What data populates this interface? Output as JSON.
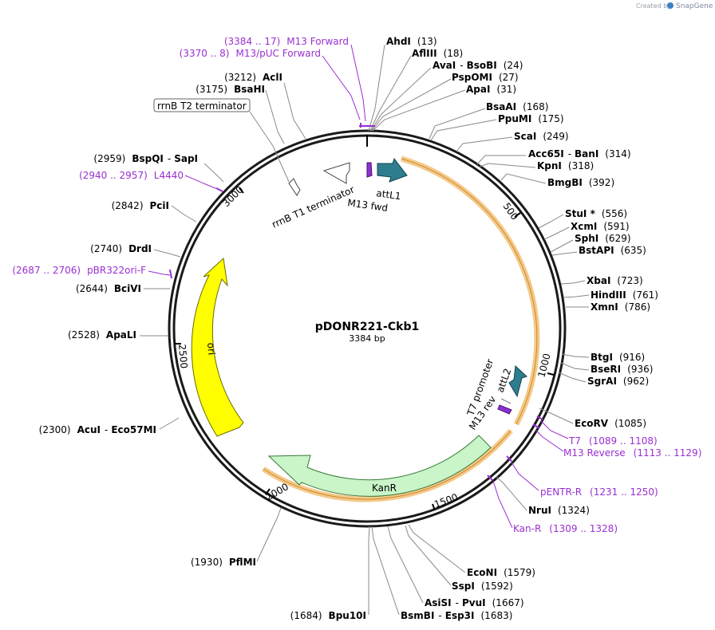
{
  "credit": {
    "text": "Created by",
    "brand": "SnapGene"
  },
  "plasmid": {
    "name": "pDONR221-Ckb1",
    "length_label": "3384 bp"
  },
  "ticks": [
    "500",
    "1000",
    "1500",
    "2000",
    "2500",
    "3000"
  ],
  "features": {
    "rrnB_T2": "rrnB T2 terminator",
    "rrnB_T1": "rrnB T1 terminator",
    "attL1": "attL1",
    "M13_fwd": "M13 fwd",
    "T7_promoter": "T7 promoter",
    "M13_rev": "M13 rev",
    "attL2": "attL2",
    "KanR": "KanR",
    "ori": "ori"
  },
  "sites": [
    {
      "name": "AhdI",
      "pos": "(13)"
    },
    {
      "name": "AflIII",
      "pos": "(18)"
    },
    {
      "name": "AvaI",
      "sep": "-",
      "name2": "BsoBI",
      "pos": "(24)"
    },
    {
      "name": "PspOMI",
      "pos": "(27)"
    },
    {
      "name": "ApaI",
      "pos": "(31)"
    },
    {
      "name": "BsaAI",
      "pos": "(168)"
    },
    {
      "name": "PpuMI",
      "pos": "(175)"
    },
    {
      "name": "ScaI",
      "pos": "(249)"
    },
    {
      "name": "Acc65I",
      "sep": "-",
      "name2": "BanI",
      "pos": "(314)"
    },
    {
      "name": "KpnI",
      "pos": "(318)"
    },
    {
      "name": "BmgBI",
      "pos": "(392)"
    },
    {
      "name": "StuI *",
      "pos": "(556)"
    },
    {
      "name": "XcmI",
      "pos": "(591)"
    },
    {
      "name": "SphI",
      "pos": "(629)"
    },
    {
      "name": "BstAPI",
      "pos": "(635)"
    },
    {
      "name": "XbaI",
      "pos": "(723)"
    },
    {
      "name": "HindIII",
      "pos": "(761)"
    },
    {
      "name": "XmnI",
      "pos": "(786)"
    },
    {
      "name": "BtgI",
      "pos": "(916)"
    },
    {
      "name": "BseRI",
      "pos": "(936)"
    },
    {
      "name": "SgrAI",
      "pos": "(962)"
    },
    {
      "name": "EcoRV",
      "pos": "(1085)"
    },
    {
      "name": "NruI",
      "pos": "(1324)"
    },
    {
      "name": "EcoNI",
      "pos": "(1579)"
    },
    {
      "name": "SspI",
      "pos": "(1592)"
    },
    {
      "name": "AsiSI",
      "sep": "-",
      "name2": "PvuI",
      "pos": "(1667)"
    },
    {
      "name": "BsmBI",
      "sep": "-",
      "name2": "Esp3I",
      "pos": "(1683)"
    },
    {
      "name": "Bpu10I",
      "pos": "(1684)"
    },
    {
      "name": "PflMI",
      "pos": "(1930)"
    },
    {
      "name": "AcuI",
      "sep": "-",
      "name2": "Eco57MI",
      "pos": "(2300)"
    },
    {
      "name": "ApaLI",
      "pos": "(2528)"
    },
    {
      "name": "BciVI",
      "pos": "(2644)"
    },
    {
      "name": "DrdI",
      "pos": "(2740)"
    },
    {
      "name": "PciI",
      "pos": "(2842)"
    },
    {
      "name": "BspQI",
      "sep": "-",
      "name2": "SapI",
      "pos": "(2959)"
    },
    {
      "name": "BsaHI",
      "pos": "(3175)"
    },
    {
      "name": "AclI",
      "pos": "(3212)"
    }
  ],
  "primers": [
    {
      "name": "M13 Forward",
      "range": "(3384 .. 17)"
    },
    {
      "name": "M13/pUC Forward",
      "range": "(3370 .. 8)"
    },
    {
      "name": "L4440",
      "range": "(2940 .. 2957)"
    },
    {
      "name": "pBR322ori-F",
      "range": "(2687 .. 2706)"
    },
    {
      "name": "T7",
      "range": "(1089 .. 1108)"
    },
    {
      "name": "M13 Reverse",
      "range": "(1113 .. 1129)"
    },
    {
      "name": "pENTR-R",
      "range": "(1231 .. 1250)"
    },
    {
      "name": "Kan-R",
      "range": "(1309 .. 1328)"
    }
  ],
  "colors": {
    "backbone": "#1a1a1a",
    "attL": "#2e7d8f",
    "primer_site": "#8e2fd0",
    "kanR": "#c9f5c9",
    "ori": "#ffff00",
    "highlight": "#f5c98a",
    "primer_text": "#9a2fd1"
  }
}
